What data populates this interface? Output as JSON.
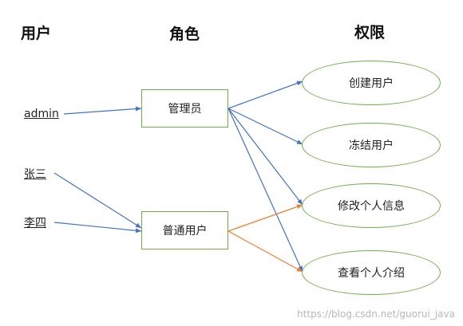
{
  "headers": {
    "users": "用户",
    "roles": "角色",
    "permissions": "权限"
  },
  "users": [
    "admin",
    "张三",
    "李四"
  ],
  "roles": [
    "管理员",
    "普通用户"
  ],
  "permissions": [
    "创建用户",
    "冻结用户",
    "修改个人信息",
    "查看个人介绍"
  ],
  "colors": {
    "admin_arrows": "#4472c4",
    "user_arrows": "#ed7d31",
    "shape_border": "#70ad47"
  },
  "watermark": "https://blog.csdn.net/guorui_java"
}
